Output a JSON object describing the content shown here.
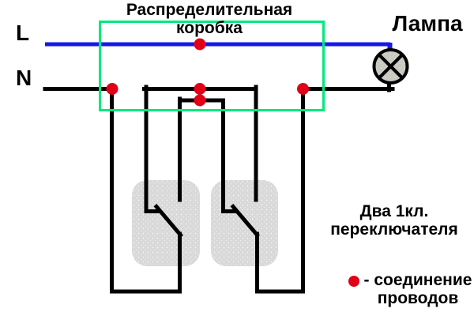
{
  "terminals": {
    "phase_label": "L",
    "neutral_label": "N"
  },
  "junction_box": {
    "title_line1": "Распределительная",
    "title_line2": "коробка"
  },
  "lamp": {
    "label": "Лампа"
  },
  "switches": {
    "caption_line1": "Два 1кл.",
    "caption_line2": "переключателя"
  },
  "legend": {
    "line1": "- соединение",
    "line2": "проводов"
  },
  "colors": {
    "phase_blue": "#1717ee",
    "wire_black": "#000000",
    "junction_box_green": "#00e87e",
    "connection_dot_red": "#e10018",
    "switch_body_gray": "#d9d9d9",
    "lamp_fill_gray": "#c9c9c1"
  }
}
